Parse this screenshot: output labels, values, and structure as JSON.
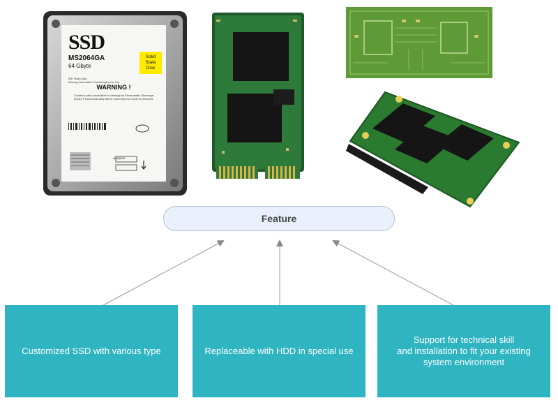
{
  "ssd_label": {
    "logo": "SSD",
    "model": "MS2064GA",
    "capacity": "64 Gbyte",
    "maker": "IDE Flash Disk\nMtoung Information Technologies Co.,Ltd.",
    "tag": "Solid\nState\nDisk",
    "warning_title": "WARNING !",
    "warning_text": "Contains parts susceptible to damage by Electrostatic Discharge (ESD). Product warranty will be void if label or cover is removed.",
    "jumpers": "Jumpers"
  },
  "feature": {
    "label": "Feature"
  },
  "boxes": [
    {
      "text": "Customized SSD with various type"
    },
    {
      "text": "Replaceable with HDD in special use"
    },
    {
      "text": "Support for technical skill\nand installation to fit your existing\nsystem environment"
    }
  ]
}
